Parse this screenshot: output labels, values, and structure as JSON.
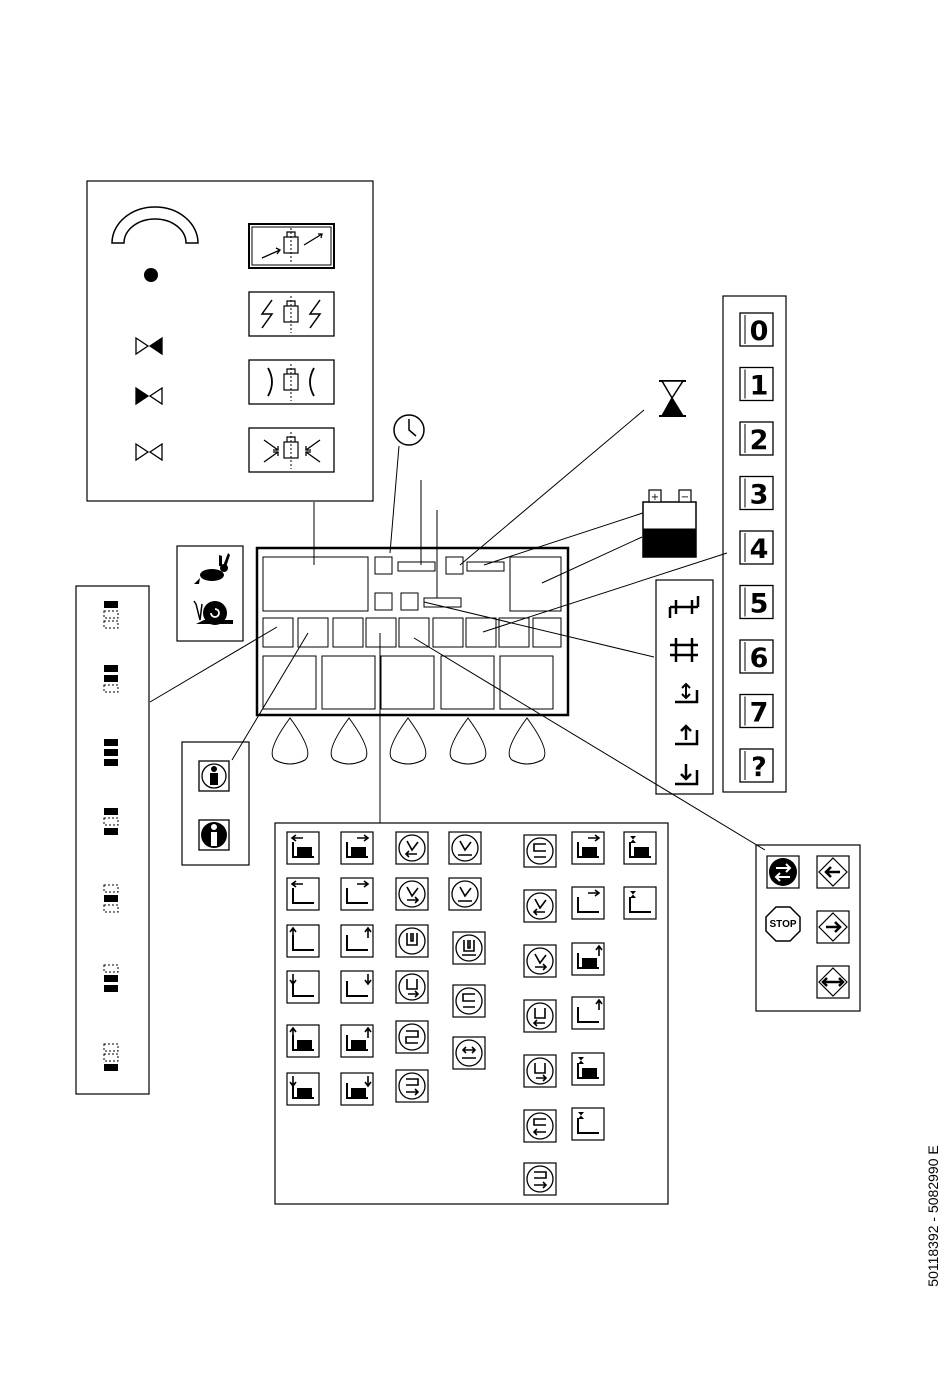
{
  "document_code": "50118392 - 5082990 E",
  "digit_symbols": [
    "0",
    "1",
    "2",
    "3",
    "4",
    "5",
    "6",
    "7",
    "?"
  ],
  "stop_sign_label": "STOP",
  "battery": {
    "plus": "+",
    "minus": "−"
  },
  "icon_names": {
    "top_panel": [
      "arc-gauge-icon",
      "dot-indicator-icon",
      "valve-left-filled-icon",
      "valve-right-filled-icon",
      "valve-open-icon",
      "lock-flow-icon",
      "lock-lightning-icon",
      "lock-bracket-icon",
      "lock-converge-icon"
    ],
    "speed_panel": [
      "rabbit-icon",
      "snail-icon"
    ],
    "operator_panel": [
      "operator-icon",
      "operator-info-icon"
    ],
    "wheel_panel": [
      "wheel-config-icon"
    ],
    "right_action_panel": [
      "turn-circle-icon",
      "stop-sign-icon",
      "arrow-left-icon",
      "arrow-right-icon",
      "arrow-both-icon"
    ],
    "indicators": [
      "clock-icon",
      "hourglass-icon",
      "battery-icon"
    ]
  }
}
